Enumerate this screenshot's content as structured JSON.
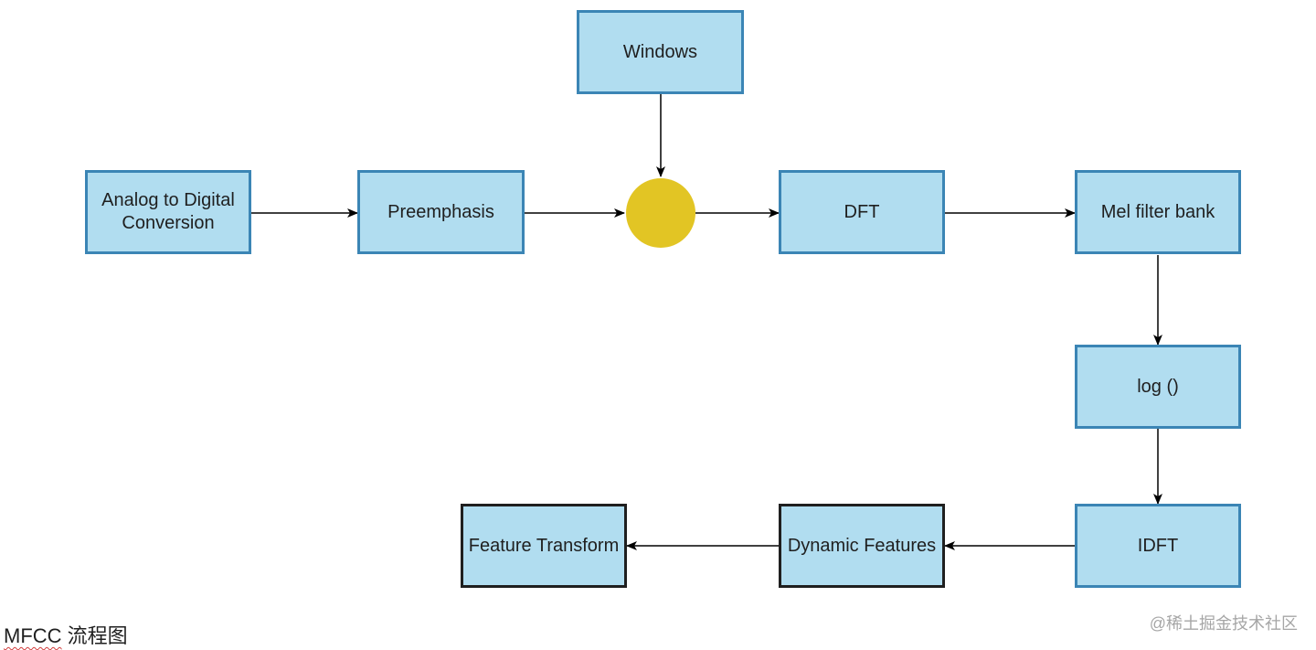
{
  "nodes": {
    "adc": "Analog to Digital\nConversion",
    "preemphasis": "Preemphasis",
    "windows": "Windows",
    "dft": "DFT",
    "mel": "Mel filter bank",
    "log": "log ()",
    "idft": "IDFT",
    "dynamic": "Dynamic Features",
    "transform": "Feature Transform"
  },
  "caption": {
    "prefix": "MFCC",
    "suffix": " 流程图"
  },
  "watermark": "@稀土掘金技术社区",
  "colors": {
    "box_fill": "#b1ddf0",
    "box_border": "#3b85b5",
    "box_border_dark": "#1f1f1f",
    "junction_fill": "#e2c524",
    "arrow": "#000000"
  }
}
